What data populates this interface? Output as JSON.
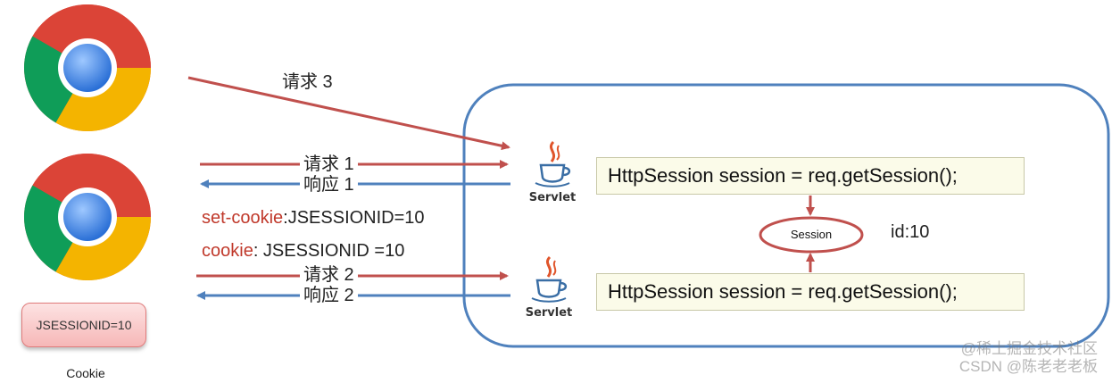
{
  "browsers": [
    {
      "icon": "chrome-icon"
    },
    {
      "icon": "chrome-icon"
    }
  ],
  "requests": {
    "req3": "请求 3",
    "req1": "请求 1",
    "resp1": "响应 1",
    "req2": "请求 2",
    "resp2": "响应 2"
  },
  "set_cookie": {
    "key": "set-cookie",
    "value": ":JSESSIONID=10"
  },
  "cookie_line": {
    "key": "cookie",
    "value": ": JSESSIONID =10"
  },
  "cookie_badge": "JSESSIONID=10",
  "cookie_caption": "Cookie",
  "servlet_label": "Servlet",
  "code_line_1": "HttpSession session = req.getSession();",
  "code_line_2": "HttpSession session = req.getSession();",
  "session_label": "Session",
  "session_id": "id:10",
  "watermark_1": "@稀土掘金技术社区",
  "watermark_2": "CSDN @陈老老老板",
  "colors": {
    "request_arrow": "#c0504d",
    "response_arrow": "#4f81bd",
    "server_border": "#4f81bd",
    "cookie_key": "#c0392b"
  }
}
